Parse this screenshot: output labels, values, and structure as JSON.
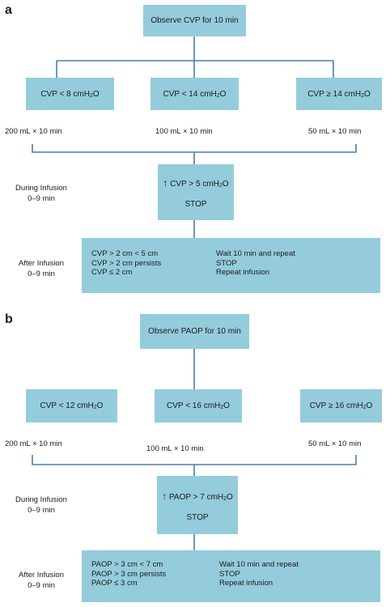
{
  "panel_a": {
    "label": "a",
    "observe": "Observe CVP for 10 min",
    "branches": [
      {
        "prefix": "CVP < 8 cmH",
        "sub": "2",
        "suffix": "O",
        "volume": "200 mL × 10 min"
      },
      {
        "prefix": "CVP < 14 cmH",
        "sub": "2",
        "suffix": "O",
        "volume": "100 mL × 10 min"
      },
      {
        "prefix": "CVP ≥ 14 cmH",
        "sub": "2",
        "suffix": "O",
        "volume": "50 mL × 10 min"
      }
    ],
    "during": {
      "label_line1": "During Infusion",
      "label_line2": "0–9 min",
      "arrow": "↑",
      "criterion_prefix": " CVP > 5 cmH",
      "criterion_sub": "2",
      "criterion_suffix": "O",
      "action": "STOP"
    },
    "after": {
      "label_line1": "After Infusion",
      "label_line2": "0–9 min",
      "conditions": [
        "CVP > 2 cm < 5 cm",
        "CVP > 2 cm persists",
        "CVP ≤ 2 cm"
      ],
      "actions": [
        "Wait 10 min and repeat",
        "STOP",
        "Repeat infusion"
      ]
    }
  },
  "panel_b": {
    "label": "b",
    "observe": "Observe PAOP for 10 min",
    "branches": [
      {
        "prefix": "CVP < 12 cmH",
        "sub": "2",
        "suffix": "O",
        "volume": "200 mL × 10 min"
      },
      {
        "prefix": "CVP < 16 cmH",
        "sub": "2",
        "suffix": "O",
        "volume": "100 mL × 10 min"
      },
      {
        "prefix": "CVP ≥ 16 cmH",
        "sub": "2",
        "suffix": "O",
        "volume": "50 mL × 10 min"
      }
    ],
    "during": {
      "label_line1": "During Infusion",
      "label_line2": "0–9 min",
      "arrow": "↑",
      "criterion_prefix": " PAOP > 7 cmH",
      "criterion_sub": "2",
      "criterion_suffix": "O",
      "action": "STOP"
    },
    "after": {
      "label_line1": "After Infusion",
      "label_line2": "0–9 min",
      "conditions": [
        "PAOP > 3 cm < 7 cm",
        "PAOP > 3 cm persists",
        "PAOP ≤ 3 cm"
      ],
      "actions": [
        "Wait 10 min and repeat",
        "STOP",
        "Repeat infusion"
      ]
    }
  },
  "colors": {
    "box_fill": "#94ccdc",
    "line": "#4a7fa8"
  }
}
